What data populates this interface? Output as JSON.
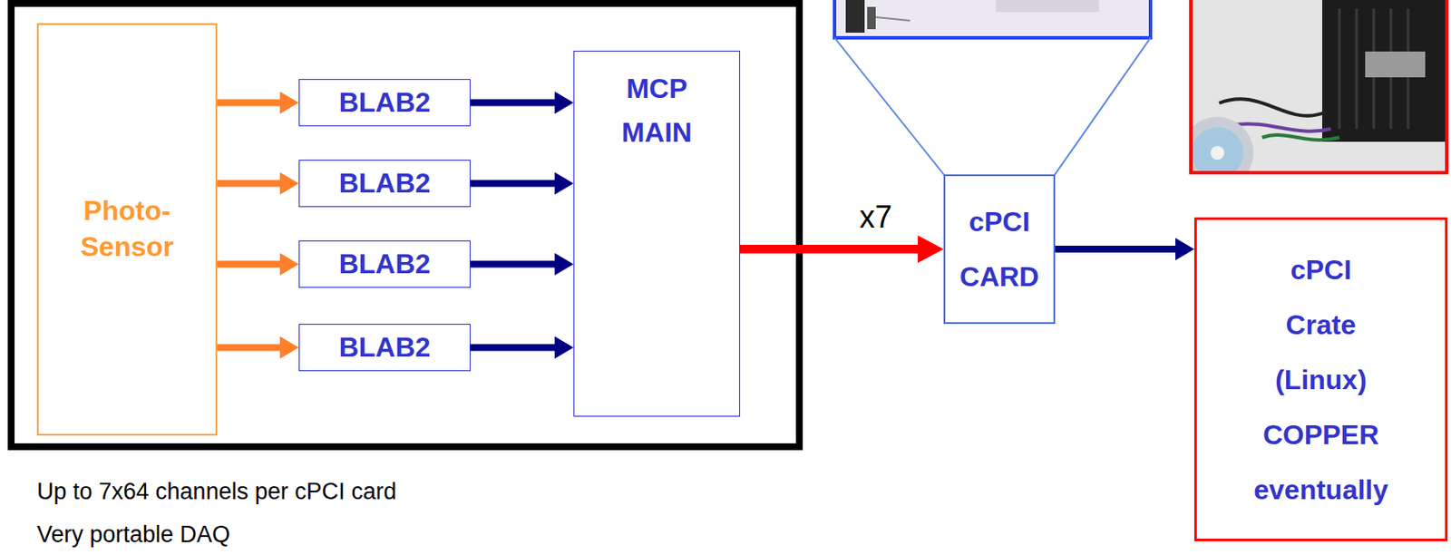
{
  "diagram": {
    "nodes": [
      {
        "text": [
          "Photo-Sensor"
        ]
      },
      {
        "text": [
          "BLAB2"
        ]
      },
      {
        "text": [
          "BLAB2"
        ]
      },
      {
        "text": [
          "BLAB2"
        ]
      },
      {
        "text": [
          "BLAB2"
        ]
      },
      {
        "text": [
          "MCP MAIN"
        ]
      },
      {
        "text": [
          "cPCI CARD"
        ]
      },
      {
        "text": [
          "cPCI Crate (Linux) COPPER eventually"
        ]
      }
    ],
    "edges": [
      {
        "from": 0,
        "to": 1,
        "arrow": "to"
      },
      {
        "from": 0,
        "to": 2,
        "arrow": "to"
      },
      {
        "from": 0,
        "to": 3,
        "arrow": "to"
      },
      {
        "from": 0,
        "to": 4,
        "arrow": "to"
      },
      {
        "from": 1,
        "to": 5,
        "arrow": "to"
      },
      {
        "from": 2,
        "to": 5,
        "arrow": "to"
      },
      {
        "from": 3,
        "to": 5,
        "arrow": "to"
      },
      {
        "from": 4,
        "to": 5,
        "arrow": "to"
      },
      {
        "from": 5,
        "to": 6,
        "label": "x7",
        "arrow": "to"
      },
      {
        "from": 6,
        "to": 7,
        "arrow": "to"
      }
    ],
    "labels": [
      "Up to 7x64 channels per cPCI card",
      "Very portable DAQ"
    ]
  }
}
